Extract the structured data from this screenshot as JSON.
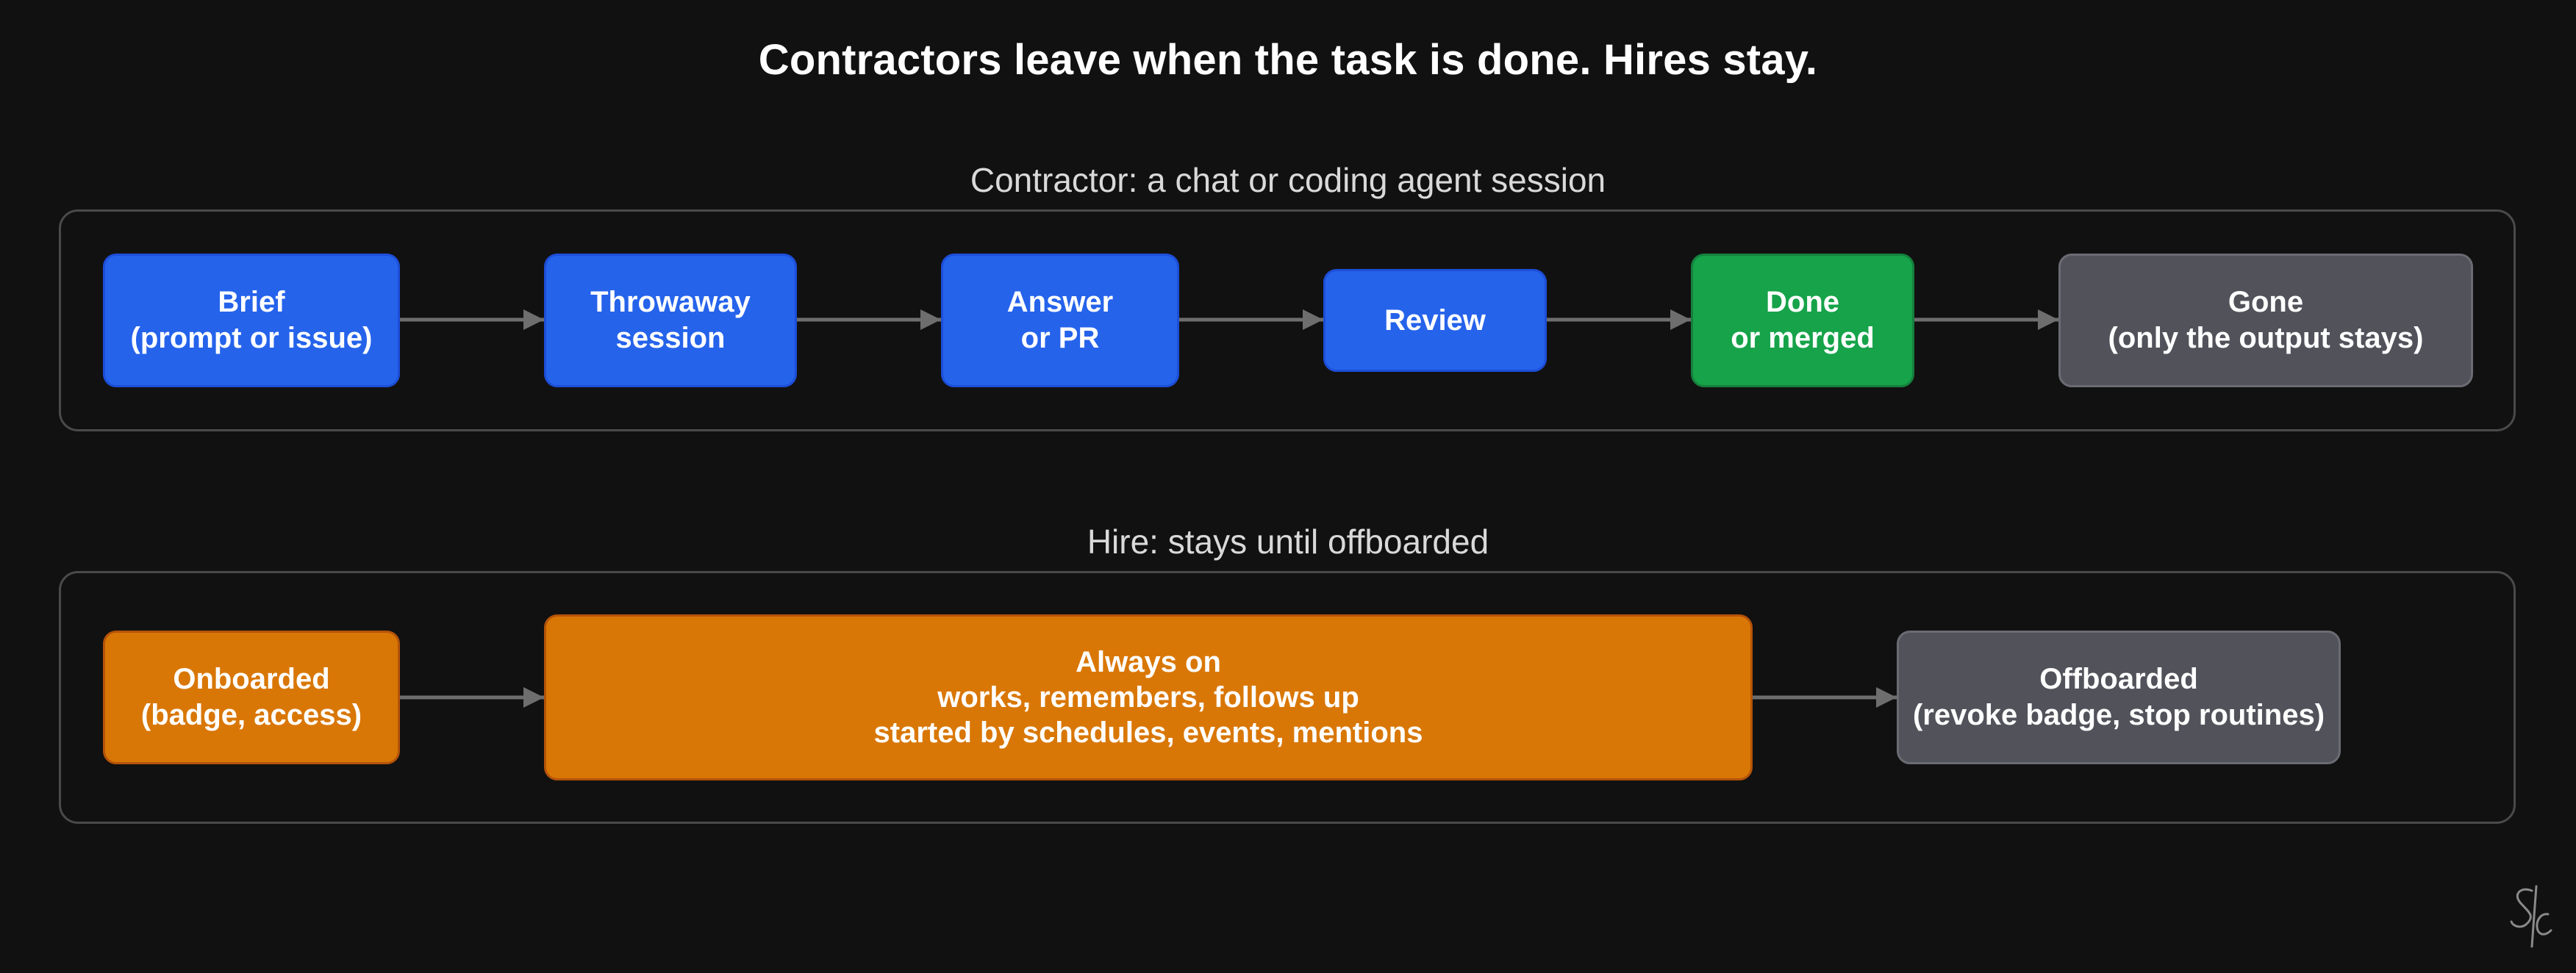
{
  "title": "Contractors leave when the task is done. Hires stay.",
  "contractor": {
    "lane_title": "Contractor: a chat or coding agent session",
    "nodes": [
      {
        "id": "brief",
        "lines": [
          "Brief",
          "(prompt or issue)"
        ],
        "color": "#2563eb"
      },
      {
        "id": "throwaway",
        "lines": [
          "Throwaway",
          "session"
        ],
        "color": "#2563eb"
      },
      {
        "id": "answer",
        "lines": [
          "Answer",
          "or PR"
        ],
        "color": "#2563eb"
      },
      {
        "id": "review",
        "lines": [
          "Review"
        ],
        "color": "#2563eb"
      },
      {
        "id": "done",
        "lines": [
          "Done",
          "or merged"
        ],
        "color": "#16a34a"
      },
      {
        "id": "gone",
        "lines": [
          "Gone",
          "(only the output stays)"
        ],
        "color": "#52525b"
      }
    ]
  },
  "hire": {
    "lane_title": "Hire: stays until offboarded",
    "nodes": [
      {
        "id": "onboarded",
        "lines": [
          "Onboarded",
          "(badge, access)"
        ],
        "color": "#d97706"
      },
      {
        "id": "always_on",
        "lines": [
          "Always on",
          "works, remembers, follows up",
          "started by schedules, events, mentions"
        ],
        "color": "#d97706"
      },
      {
        "id": "offboarded",
        "lines": [
          "Offboarded",
          "(revoke badge, stop routines)"
        ],
        "color": "#52525b"
      }
    ]
  },
  "colors": {
    "background": "#111111",
    "frame": "#4a4a4a",
    "arrow": "#6e6e6e",
    "blue": "#2563eb",
    "green": "#16a34a",
    "gray": "#52525b",
    "orange": "#d97706"
  },
  "icons": {
    "signature": "handwritten-monogram-icon"
  }
}
